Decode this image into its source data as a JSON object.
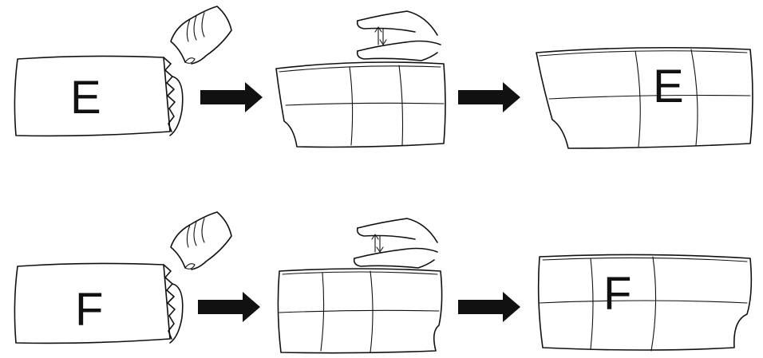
{
  "rows": [
    {
      "id": "E",
      "cover_letter": "E",
      "result_letter": "E"
    },
    {
      "id": "F",
      "cover_letter": "F",
      "result_letter": "F"
    }
  ],
  "icons": [
    "hand-peel-icon",
    "hand-press-icon",
    "arrow-right-icon"
  ],
  "colors": {
    "line": "#111111",
    "background": "#ffffff"
  }
}
